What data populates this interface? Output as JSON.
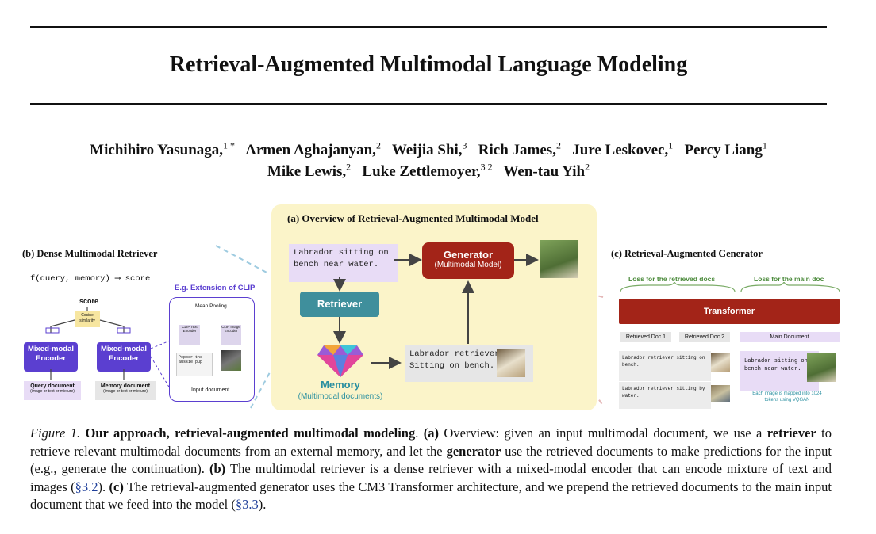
{
  "paper": {
    "title": "Retrieval-Augmented Multimodal Language Modeling",
    "authors": [
      {
        "name": "Michihiro Yasunaga,",
        "aff": "1 *"
      },
      {
        "name": "Armen Aghajanyan,",
        "aff": "2"
      },
      {
        "name": "Weijia Shi,",
        "aff": "3"
      },
      {
        "name": "Rich James,",
        "aff": "2"
      },
      {
        "name": "Jure Leskovec,",
        "aff": "1"
      },
      {
        "name": "Percy Liang",
        "aff": "1"
      },
      {
        "name": "Mike Lewis,",
        "aff": "2"
      },
      {
        "name": "Luke Zettlemoyer,",
        "aff": "3 2"
      },
      {
        "name": "Wen-tau Yih",
        "aff": "2"
      }
    ]
  },
  "figure": {
    "panel_a": {
      "title": "(a) Overview of Retrieval-Augmented Multimodal Model",
      "input_text": "Labrador sitting on bench near water.",
      "retriever": "Retriever",
      "generator": "Generator",
      "generator_sub": "(Multimodal Model)",
      "memory": "Memory",
      "memory_sub": "(Multimodal documents)",
      "retrieved_text": "Labrador retriever Sitting on bench."
    },
    "panel_b": {
      "title": "(b) Dense Multimodal Retriever",
      "formula": "f(query, memory) ⟶ score",
      "score": "score",
      "cosine": "Cosine similarity",
      "encoder1": "Mixed-modal Encoder",
      "encoder2": "Mixed-modal Encoder",
      "query_doc": "Query document",
      "query_doc_sub": "(image or text or mixture)",
      "memory_doc": "Memory document",
      "memory_doc_sub": "(image or text or mixture)",
      "clip_title": "E.g. Extension of CLIP",
      "mean_pooling": "Mean Pooling",
      "clip_text": "CLIP Text Encoder",
      "clip_image": "CLIP Image Encoder",
      "pepper": "Pepper the aussie pup",
      "input_document": "Input document"
    },
    "panel_c": {
      "title": "(c) Retrieval-Augmented Generator",
      "loss_retrieved": "Loss for the retrieved docs",
      "loss_main": "Loss for the main doc",
      "transformer": "Transformer",
      "doc1": "Retrieved Doc 1",
      "doc2": "Retrieved Doc 2",
      "main_doc": "Main Document",
      "doc1_text": "Labrador retriever sitting on bench.",
      "doc2_text": "Labrador retriever sitting by water.",
      "main_text": "Labrador sitting on bench near water.",
      "note": "Each image is mapped into 1024 tokens using VQGAN"
    }
  },
  "caption": {
    "label": "Figure 1.",
    "bold_head": "Our approach, retrieval-augmented multimodal modeling",
    "a_label": "(a)",
    "text1": " Overview: given an input multimodal document, we use a ",
    "retriever_word": "retriever",
    "text2": " to retrieve relevant multimodal documents from an external memory, and let the ",
    "generator_word": "generator",
    "text3": " use the retrieved documents to make predictions for the input (e.g., generate the continuation). ",
    "b_label": "(b)",
    "text4": " The multimodal retriever is a dense retriever with a mixed-modal encoder that can encode mixture of text and images (",
    "ref1": "§3.2",
    "text5": "). ",
    "c_label": "(c)",
    "text6": " The retrieval-augmented generator uses the CM3 Transformer architecture, and we prepend the retrieved documents to the main input document that we feed into the model (",
    "ref2": "§3.3",
    "text7": ")."
  },
  "colors": {
    "panel_bg": "#fbf4c9",
    "input_box": "#e8dcf6",
    "retriever": "#3f8f9c",
    "generator": "#a32418",
    "encoder": "#5b3fd0",
    "doc_gray": "#e6e6e6",
    "loss_green": "#4a8a3a",
    "note_teal": "#2a8fa0"
  }
}
